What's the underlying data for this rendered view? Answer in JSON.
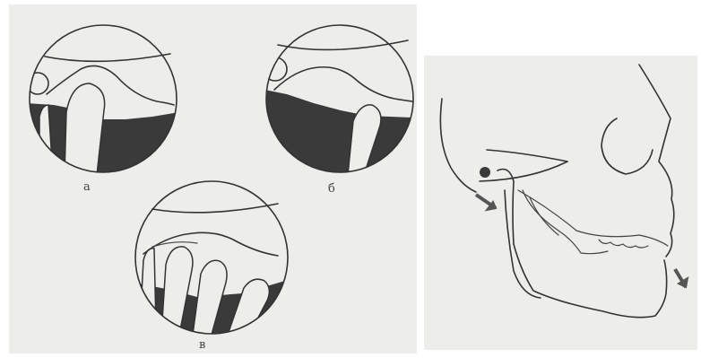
{
  "figure": {
    "labels": {
      "a": "а",
      "b": "б",
      "v": "в"
    },
    "colors": {
      "background": "#ededeb",
      "ink": "#333333",
      "shading": "#3a3a3a"
    }
  }
}
